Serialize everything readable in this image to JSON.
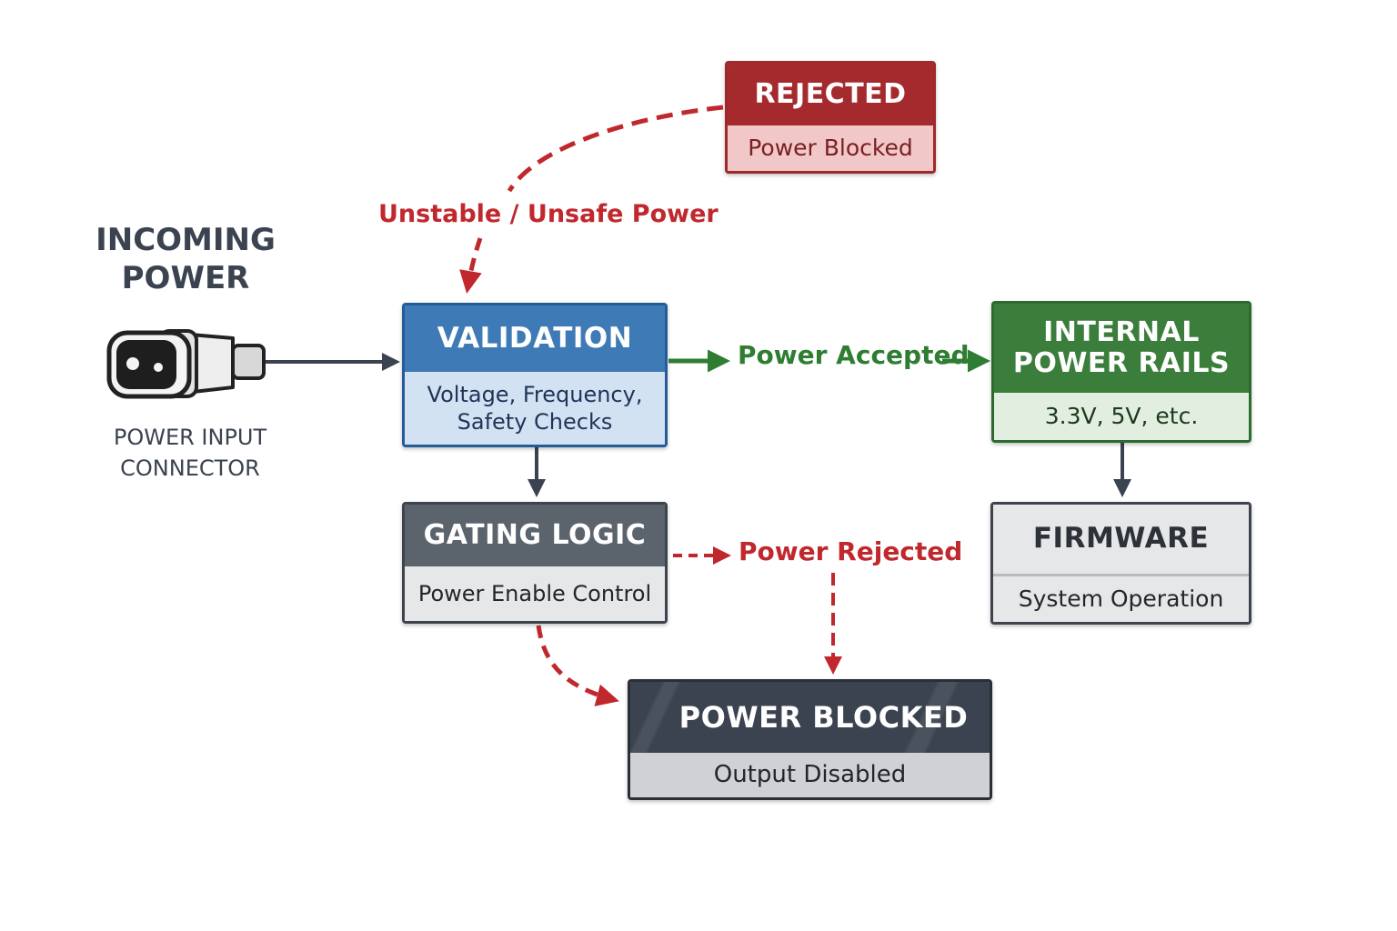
{
  "colors": {
    "red": "#c0282d",
    "red_dark": "#9e2a2b",
    "red_light": "#f1c7c8",
    "blue": "#3d78b4",
    "blue_light": "#d3e2f3",
    "green": "#2e7d32",
    "green_light": "#e2efe0",
    "gray_head": "#5b636d",
    "gray_light": "#e6e7e8",
    "dark": "#3b4350",
    "dark_sub": "#cfd1d4",
    "arrow_dark": "#3b4350"
  },
  "input": {
    "title_line1": "INCOMING",
    "title_line2": "POWER",
    "icon": "power-plug-icon",
    "caption_line1": "POWER INPUT",
    "caption_line2": "CONNECTOR"
  },
  "nodes": {
    "rejected": {
      "title": "REJECTED",
      "subtitle": "Power Blocked"
    },
    "validation": {
      "title": "VALIDATION",
      "subtitle_line1": "Voltage, Frequency,",
      "subtitle_line2": "Safety Checks"
    },
    "rails": {
      "title_line1": "INTERNAL",
      "title_line2": "POWER RAILS",
      "subtitle": "3.3V, 5V, etc."
    },
    "gating": {
      "title": "GATING LOGIC",
      "subtitle": "Power Enable Control"
    },
    "firmware": {
      "title": "FIRMWARE",
      "subtitle": "System Operation"
    },
    "blocked": {
      "title": "POWER BLOCKED",
      "subtitle": "Output Disabled"
    }
  },
  "edges": {
    "unstable": "Unstable / Unsafe Power",
    "accepted": "Power Accepted",
    "rejected": "Power Rejected"
  }
}
